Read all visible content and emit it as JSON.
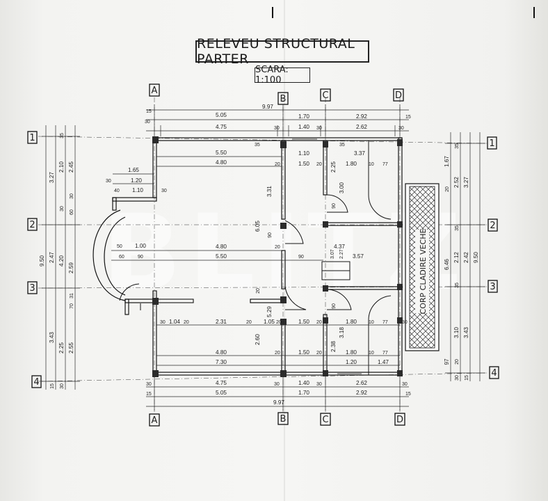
{
  "title": "RELEVEU STRUCTURAL PARTER",
  "scale": "SCARA: 1:100",
  "axes": {
    "columns": [
      "A",
      "B",
      "C",
      "D"
    ],
    "rows": [
      "1",
      "2",
      "3",
      "4"
    ]
  },
  "annex_label": "CORP CLADIRE VECHE",
  "watermark": "BLITZ",
  "dims": {
    "t_overall": "9.97",
    "t_ab": "5.05",
    "t_bc": "1.70",
    "t_cd": "2.92",
    "t_15": "15",
    "t_ab_in": "4.75",
    "t_bc_in": "1.40",
    "t_cd_in": "2.62",
    "t_30": "30",
    "b_overall": "9.97",
    "b_ab": "5.05",
    "b_bc": "1.70",
    "b_cd": "2.92",
    "b_15": "15",
    "b_ab_in": "4.75",
    "b_bc_in": "1.40",
    "b_cd_in": "2.62",
    "b_30": "30",
    "l_overall": "9.50",
    "l_12": "3.27",
    "l_23": "2.47",
    "l_34": "3.43",
    "l_a": "2.10",
    "l_b": "2.45",
    "l_c": "4.20",
    "l_d": "2.59",
    "l_e": "2.25",
    "l_f": "2.55",
    "l_60": "60",
    "l_70": "70",
    "l_31": "31",
    "l_35": "35",
    "l_15": "15",
    "l_30": "30",
    "r_overall": "9.50",
    "r_a": "3.27",
    "r_b": "2.42",
    "r_c": "3.43",
    "r_d": "1.67",
    "r_e": "2.52",
    "r_f": "6.46",
    "r_g": "2.12",
    "r_h": "3.10",
    "r_35": "35",
    "r_20": "20",
    "r_97": "97",
    "r_30": "30",
    "r_15": "15",
    "i_550": "5.50",
    "i_480": "4.80",
    "i_110": "1.10",
    "i_150": "1.50",
    "i_337": "3.37",
    "i_180": "1.80",
    "i_77": "77",
    "i_20": "20",
    "i_35": "35",
    "i_165": "1.65",
    "i_120": "1.20",
    "i_110b": "1.10",
    "i_40": "40",
    "i_30": "30",
    "i_50": "50",
    "i_100": "1.00",
    "i_60": "60",
    "i_90": "90",
    "i_480b": "4.80",
    "i_550b": "5.50",
    "i_437": "4.37",
    "i_227": "2.27",
    "i_357": "3.57",
    "i_307": "3.07",
    "i_104": "1.04",
    "i_231": "2.31",
    "i_105": "1.05",
    "i_150b": "1.50",
    "i_180b": "1.80",
    "i_10": "10",
    "i_77b": "77",
    "i_480c": "4.80",
    "i_730": "7.30",
    "i_150c": "1.50",
    "i_180c": "1.80",
    "i_120b": "1.20",
    "i_147": "1.47",
    "v_331": "3.31",
    "v_605": "6.05",
    "v_529": "5.29",
    "v_260": "2.60",
    "v_225": "2.25",
    "v_300": "3.00",
    "v_318": "3.18",
    "v_238": "2.38"
  }
}
